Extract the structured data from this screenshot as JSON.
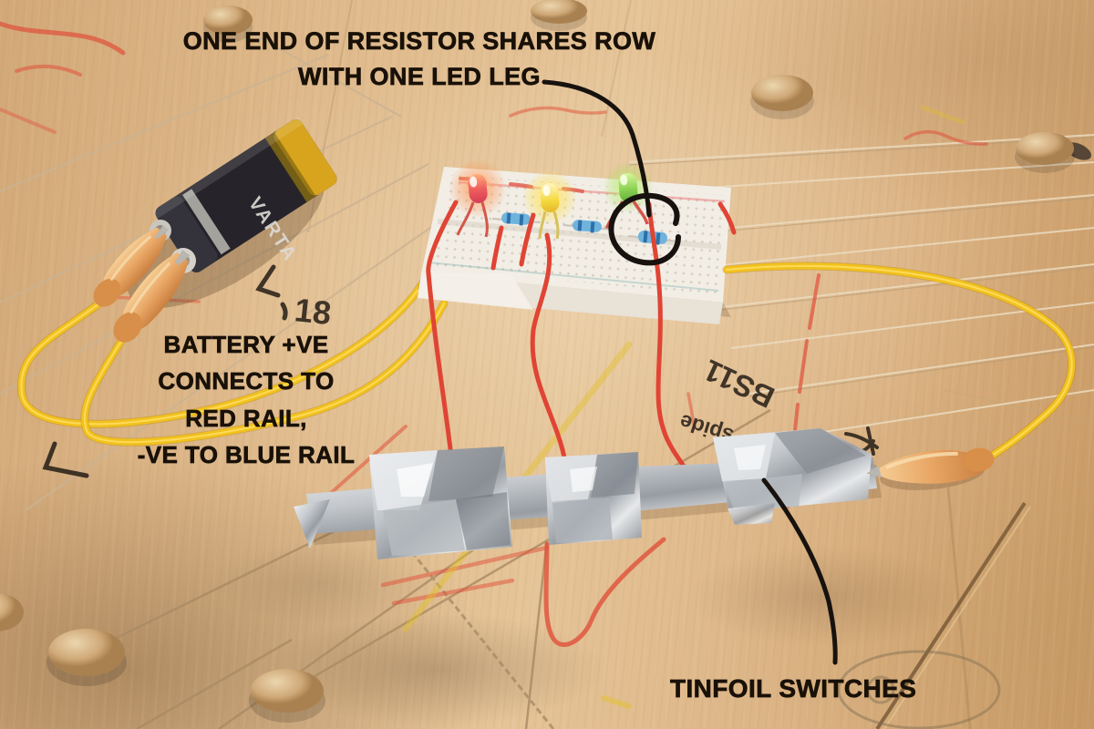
{
  "annotations": {
    "resistor_note_line1": "ONE END OF RESISTOR SHARES ROW",
    "resistor_note_line2": "WITH ONE LED LEG",
    "battery_note_line1": "BATTERY +VE",
    "battery_note_line2": "CONNECTS TO",
    "battery_note_line3": "RED RAIL,",
    "battery_note_line4": "-VE TO BLUE RAIL",
    "tinfoil_note": "TINFOIL SWITCHES"
  },
  "handwriting": {
    "number": "18",
    "word1": "BS11",
    "word2": "spide"
  },
  "battery": {
    "brand": "VARTA"
  },
  "colors": {
    "annotation_ink": "#17120e",
    "wire_yellow": "#f2c21c",
    "wire_red": "#e04434",
    "clip_orange": "#e9a765",
    "led_red": "#e8485a",
    "led_yellow": "#f5d83e",
    "led_green": "#7ed147",
    "resistor_blue": "#5a9fd4",
    "crayon_red": "#e0503a",
    "foil_silver": "#c7ccd1",
    "breadboard_white": "#f2eee6",
    "wood_tan": "#d9b183"
  }
}
